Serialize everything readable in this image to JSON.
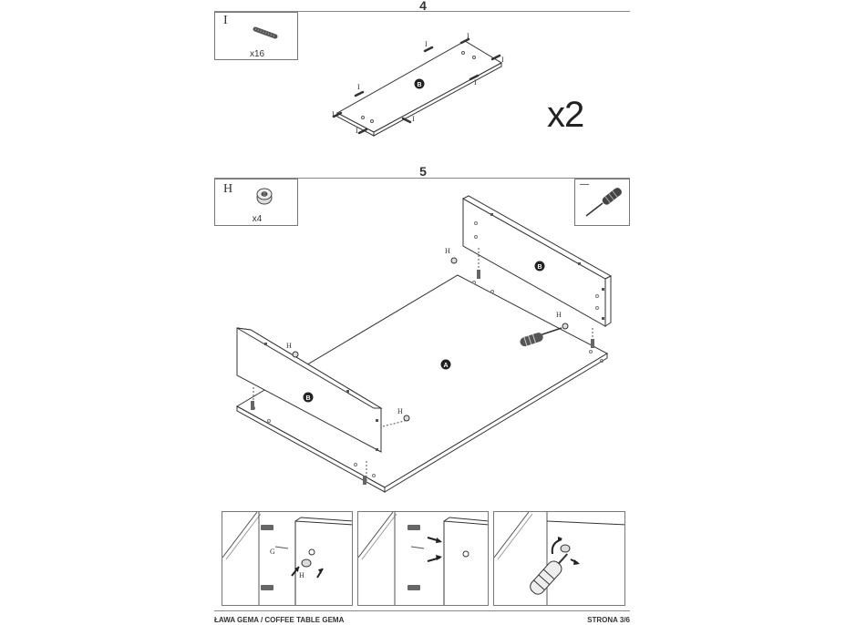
{
  "step4": {
    "number": "4",
    "part_box": {
      "letter": "I",
      "quantity": "x16",
      "icon": "dowel-pin-icon"
    },
    "panel_label": "B",
    "dowel_marker": "I",
    "multiplier": "x2"
  },
  "step5": {
    "number": "5",
    "part_box": {
      "letter": "H",
      "quantity": "x4",
      "icon": "cam-lock-icon"
    },
    "tool_box": {
      "mark": "—",
      "icon": "screwdriver-icon"
    },
    "base_label": "A",
    "side_label_left": "B",
    "side_label_right": "B",
    "cam_marker": "H",
    "detail_labels": {
      "cam": "H",
      "bolt": "G"
    }
  },
  "footer": {
    "title": "ŁAWA GEMA / COFFEE TABLE GEMA",
    "page": "STRONA 3/6"
  }
}
